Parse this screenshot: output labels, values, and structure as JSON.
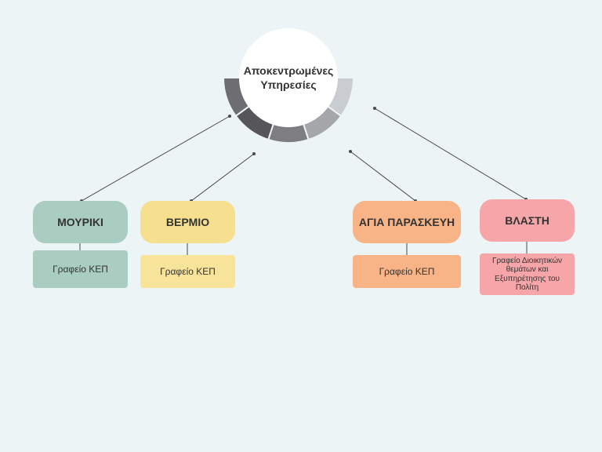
{
  "hub": {
    "label": "Αποκεντρωμένες Υπηρεσίες"
  },
  "colors": {
    "background": "#edf4f6",
    "ring": [
      "#6e6e72",
      "#56565a",
      "#7d7d82",
      "#a4a6aa",
      "#c9ccd0"
    ],
    "connector": "#4a4a4a"
  },
  "branches": [
    {
      "label": "ΜΟΥΡΙΚΙ",
      "color": "#a9cdc0",
      "child": {
        "label": "Γραφείο ΚΕΠ",
        "color": "#a9cdc0"
      }
    },
    {
      "label": "ΒΕΡΜΙΟ",
      "color": "#f6e08f",
      "child": {
        "label": "Γραφείο ΚΕΠ",
        "color": "#f8e39a"
      }
    },
    {
      "label": "ΑΓΙΑ ΠΑΡΑΣΚΕΥΗ",
      "color": "#f8b387",
      "child": {
        "label": "Γραφείο ΚΕΠ",
        "color": "#f8b387"
      }
    },
    {
      "label": "ΒΛΑΣΤΗ",
      "color": "#f6a5a8",
      "child": {
        "label": "Γραφείο Διοικητικών θεμάτων και Εξυπηρέτησης του Πολίτη",
        "color": "#f6a5a8"
      }
    }
  ]
}
